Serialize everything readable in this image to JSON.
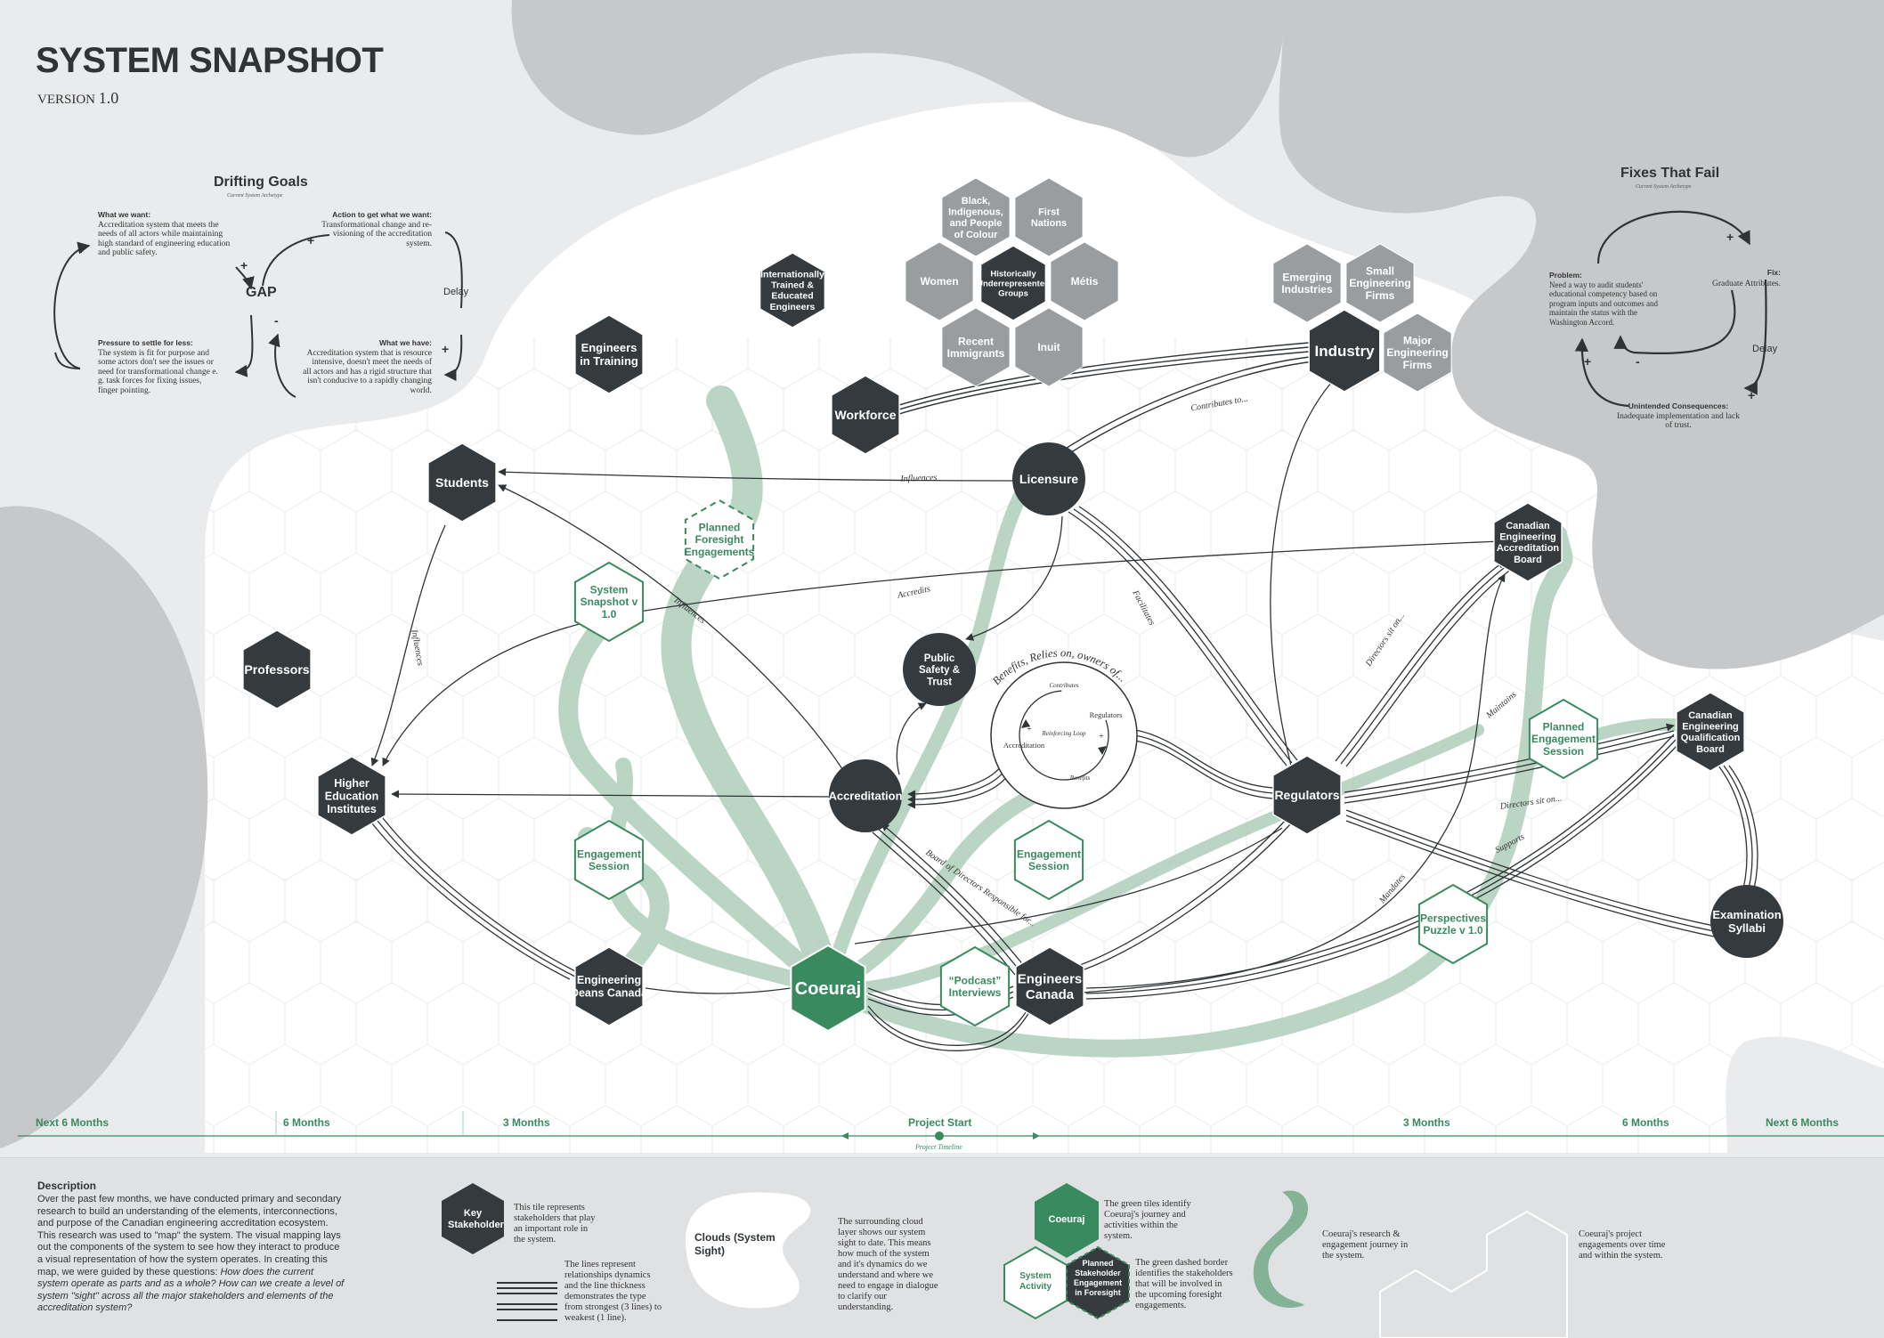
{
  "header": {
    "title": "SYSTEM SNAPSHOT",
    "version_label": "VERSION",
    "version_number": "1.0"
  },
  "drifting_goals": {
    "title": "Drifting Goals",
    "subtitle": "Current System Archetype",
    "want_head": "What we want:",
    "want_body": "Accreditation system that meets the needs of all actors while maintaining high standard of engineering education and public safety.",
    "action_head": "Action to get what we want:",
    "action_body": "Transformational change and re-visioning of the accreditation system.",
    "gap": "GAP",
    "delay": "Delay",
    "pressure_head": "Pressure to settle for less:",
    "pressure_body": "The system is fit for purpose and some actors don't see the issues or need for transformational change e. g. task forces for fixing issues, finger pointing.",
    "have_head": "What we have:",
    "have_body": "Accreditation system that is resource intensive, doesn't meet the needs of all actors and has a rigid structure that isn't conducive to a rapidly changing world.",
    "plus": "+",
    "minus": "-"
  },
  "fixes_that_fail": {
    "title": "Fixes That Fail",
    "subtitle": "Current System Archetype",
    "problem_head": "Problem:",
    "problem_body": "Need a way to audit students' educational competency based on program inputs and outcomes and maintain the status with the Washington Accord.",
    "fix_head": "Fix:",
    "fix_body": "Graduate Attributes.",
    "delay": "Delay",
    "consequence_head": "Unintended Consequences:",
    "consequence_body": "Inadequate implementation and lack of trust.",
    "plus": "+",
    "minus": "-"
  },
  "stakeholders": [
    {
      "id": "industry",
      "label": "Industry"
    },
    {
      "id": "workforce",
      "label": "Workforce"
    },
    {
      "id": "students",
      "label": "Students"
    },
    {
      "id": "professors",
      "label": "Professors"
    },
    {
      "id": "engineers_training",
      "label": "Engineers in Training"
    },
    {
      "id": "internationally_trained",
      "label": "Internationally Trained & Educated Engineers"
    },
    {
      "id": "higher_ed",
      "label": "Higher Education Institutes"
    },
    {
      "id": "deans",
      "label": "Engineering Deans Canada"
    },
    {
      "id": "engineers_canada",
      "label": "Engineers Canada"
    },
    {
      "id": "regulators",
      "label": "Regulators"
    },
    {
      "id": "ceab",
      "label": "Canadian Engineering Accreditation Board"
    },
    {
      "id": "ceqb",
      "label": "Canadian Engineering Qualification Board"
    },
    {
      "id": "hist_groups",
      "label": "Historically Underrepresented Groups"
    }
  ],
  "circles": [
    {
      "id": "licensure",
      "label": "Licensure"
    },
    {
      "id": "public_safety",
      "label": "Public Safety & Trust"
    },
    {
      "id": "accreditation",
      "label": "Accreditation"
    },
    {
      "id": "exam_syllabi",
      "label": "Examination Syllabi"
    }
  ],
  "gray_groups": [
    {
      "id": "bipoc",
      "label": "Black, Indigenous, and People of Colour"
    },
    {
      "id": "first_nations",
      "label": "First Nations"
    },
    {
      "id": "women",
      "label": "Women"
    },
    {
      "id": "metis",
      "label": "Métis"
    },
    {
      "id": "recent_immigrants",
      "label": "Recent Immigrants"
    },
    {
      "id": "inuit",
      "label": "Inuit"
    },
    {
      "id": "emerging",
      "label": "Emerging Industries"
    },
    {
      "id": "small_firms",
      "label": "Small Engineering Firms"
    },
    {
      "id": "major_firms",
      "label": "Major Engineering Firms"
    }
  ],
  "activities": [
    {
      "id": "coeuraj",
      "label": "Coeuraj"
    },
    {
      "id": "system_snapshot",
      "label": "System Snapshot v 1.0"
    },
    {
      "id": "planned_foresight",
      "label": "Planned Foresight Engagements"
    },
    {
      "id": "engagement_left",
      "label": "Engagement Session"
    },
    {
      "id": "engagement_right",
      "label": "Engagement Session"
    },
    {
      "id": "podcast",
      "label": "“Podcast” Interviews"
    },
    {
      "id": "planned_engagement",
      "label": "Planned Engagement Session"
    },
    {
      "id": "perspectives",
      "label": "Perspectives Puzzle v 1.0"
    }
  ],
  "link_labels": {
    "influences_top": "Influences",
    "influences_left": "Influences",
    "influences_diag": "Influences",
    "accredits": "Accredits",
    "contributes": "Contributes to...",
    "facilitates": "Facilitates",
    "directors_ceab": "Directors sit on...",
    "maintains": "Maintains",
    "directors_ceqb": "Directors sit on...",
    "supports": "Supports",
    "mandates": "Mandates",
    "board": "Board of Directors Responsible for..."
  },
  "reinforcing_loop": {
    "arc_label": "Benefits, Relies on, owners of...",
    "top": "Contributes",
    "regulators": "Regulators",
    "accreditation": "Accreditation",
    "center": "Reinforcing Loop",
    "bottom": "Benefits",
    "plus": "+"
  },
  "timeline": {
    "label": "Project Timeline",
    "marks": [
      {
        "id": "left_next6",
        "label": "Next 6 Months"
      },
      {
        "id": "left_6",
        "label": "6 Months"
      },
      {
        "id": "left_3",
        "label": "3 Months"
      },
      {
        "id": "start",
        "label": "Project Start"
      },
      {
        "id": "right_3",
        "label": "3 Months"
      },
      {
        "id": "right_6",
        "label": "6 Months"
      },
      {
        "id": "right_next6",
        "label": "Next 6 Months"
      }
    ]
  },
  "legend": {
    "description_title": "Description",
    "description_body": "Over the past few months, we have conducted primary and secondary research to build an understanding of the elements, interconnections, and purpose of the Canadian engineering accreditation ecosystem. This research was used to \"map\" the system. The visual mapping lays out the components of the system to see how they interact to produce a visual representation of how the system operates. In creating this map, we were guided by these questions:",
    "description_questions": "How does the current system operate as parts and as a whole? How can we create a level of system \"sight\" across all the major stakeholders and elements of the accreditation system?",
    "key_label": "Key Stakeholder",
    "key_text": "This tile represents stakeholders that play an important role in the system.",
    "lines_text": "The lines represent relationships dynamics and the line thickness demonstrates the type from strongest (3 lines) to weakest (1 line).",
    "clouds_label": "Clouds (System Sight)",
    "clouds_text": "The surrounding cloud layer shows our system sight to date. This means how much of the system and it's dynamics do we understand and where we need to engage in dialogue to clarify our understanding.",
    "coeuraj_label": "Coeuraj",
    "system_activity_label": "System Activity",
    "planned_label": "Planned Stakeholder Engagement in Foresight",
    "green_text": "The green tiles identify Coeuraj's journey and activities within the system.",
    "dashed_text": "The green dashed border identifies the stakeholders that will be involved in the upcoming foresight engagements.",
    "journey_text": "Coeuraj's research & engagement journey in the system.",
    "timeline_text": "Coeuraj's project engagements over time and within the system."
  },
  "colors": {
    "dark_hex": "#343a3d",
    "green": "#3a8a5f",
    "gray_hex": "#9a9da0",
    "cloud": "#c9cbcd",
    "map_bg": "#ffffff",
    "ribbon": "#a9cbb6"
  }
}
